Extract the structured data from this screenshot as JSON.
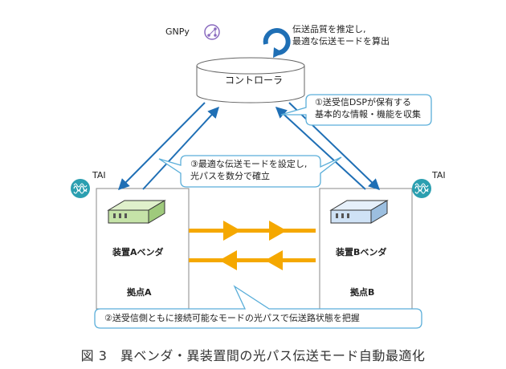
{
  "controller": {
    "label": "コントローラ",
    "gnpy_label": "GNPy",
    "estimate_note": [
      "伝送品質を推定し,",
      "最適な伝送モードを算出"
    ]
  },
  "callouts": {
    "step1": [
      "①送受信DSPが保有する",
      "基本的な情報・機能を収集"
    ],
    "step3": [
      "③最適な伝送モードを設定し,",
      "光パスを数分で確立"
    ],
    "step2": "②送受信側ともに接続可能なモードの光パスで伝送路状態を把握"
  },
  "sites": {
    "a": {
      "tai_label": "TAI",
      "device_label": "装置Aベンダ",
      "site_label": "拠点A"
    },
    "b": {
      "tai_label": "TAI",
      "device_label": "装置Bベンダ",
      "site_label": "拠点B"
    }
  },
  "caption": "図 3　異ベンダ・異装置間の光パス伝送モード自動最適化",
  "colors": {
    "arrow_blue": "#1f6fb5",
    "arrow_orange": "#f5a800",
    "callout_border": "#5aaed9",
    "device_a": "#c5e3a8",
    "device_b": "#cfe2f5",
    "tai_icon": "#2b9fb0"
  }
}
